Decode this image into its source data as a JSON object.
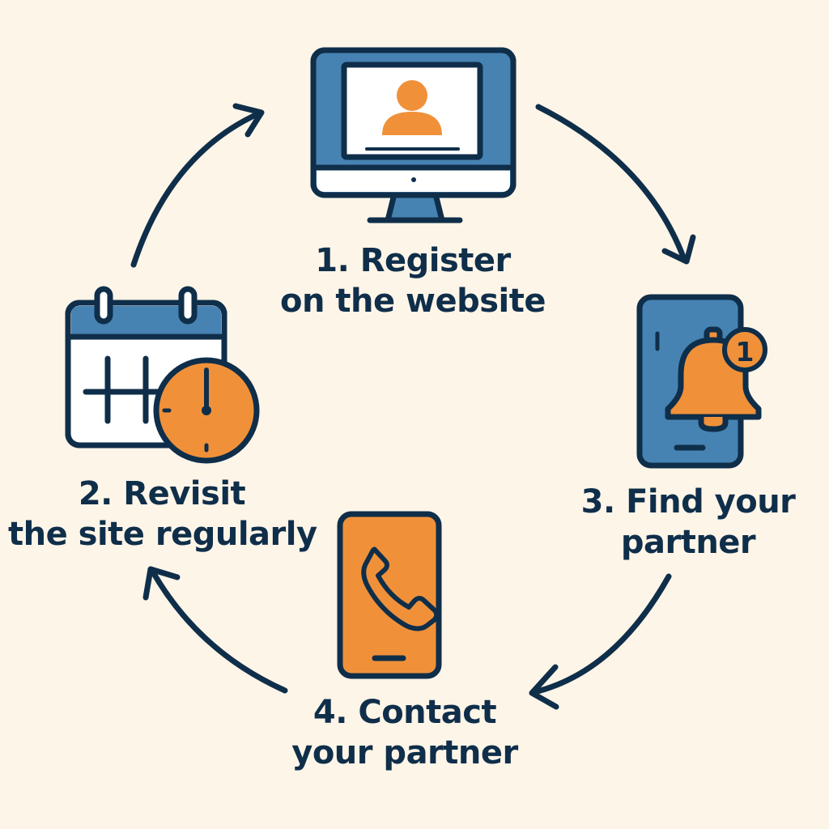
{
  "colors": {
    "background": "#fdf5e8",
    "navy": "#0f2e4a",
    "blue": "#4683b3",
    "orange": "#f0913a",
    "white": "#ffffff"
  },
  "steps": [
    {
      "number": "1.",
      "line1": "1. Register",
      "line2": "on the website",
      "icon": "computer-monitor-profile-icon"
    },
    {
      "number": "2.",
      "line1": "2. Revisit",
      "line2": "the site regularly",
      "icon": "calendar-clock-icon"
    },
    {
      "number": "3.",
      "line1": "3. Find your",
      "line2": "partner",
      "icon": "phone-notification-bell-icon"
    },
    {
      "number": "4.",
      "line1": "4. Contact",
      "line2": "your partner",
      "icon": "phone-call-icon"
    }
  ],
  "notification_badge": "1",
  "cycle_direction": "clockwise"
}
